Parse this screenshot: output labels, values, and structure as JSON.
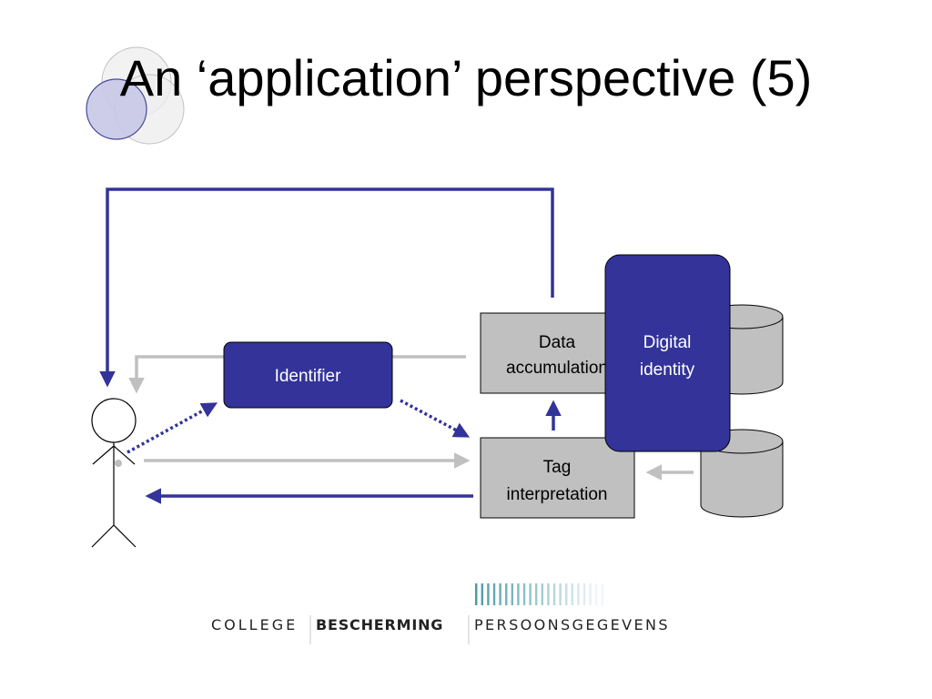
{
  "slide": {
    "title": "An ‘application’ perspective (5)"
  },
  "diagram": {
    "identifier_label": "Identifier",
    "data_accumulation_lines": [
      "Data",
      "accumulation"
    ],
    "digital_identity_lines": [
      "Digital",
      "identity"
    ],
    "tag_interpretation_lines": [
      "Tag",
      "interpretation"
    ]
  },
  "logo": {
    "word1": "COLLEGE",
    "word2": "BESCHERMING",
    "word3": "PERSOONSGEGEVENS"
  },
  "colors": {
    "accent_blue": "#333399",
    "gray_box": "#C0C0C0",
    "gray_arrow": "#C0C0C0",
    "teal_bars": "#4A9AA8"
  }
}
